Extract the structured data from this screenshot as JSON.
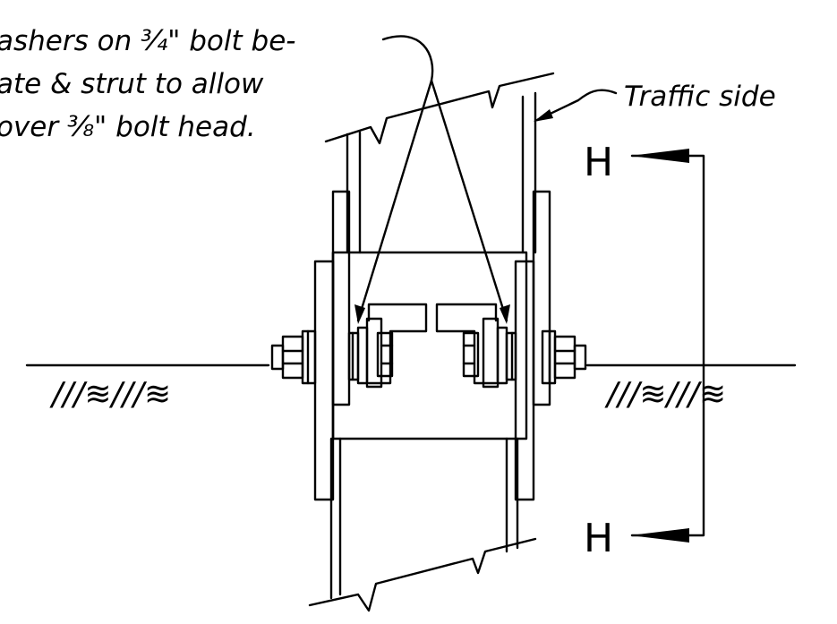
{
  "diagram": {
    "note_lines": [
      "ashers on ¾\" bolt be-",
      "ate & strut to allow",
      "over ⅜\" bolt head."
    ],
    "traffic_label": "Traffic side",
    "section_mark": "H",
    "ground_hatch": "///≋///≋"
  }
}
